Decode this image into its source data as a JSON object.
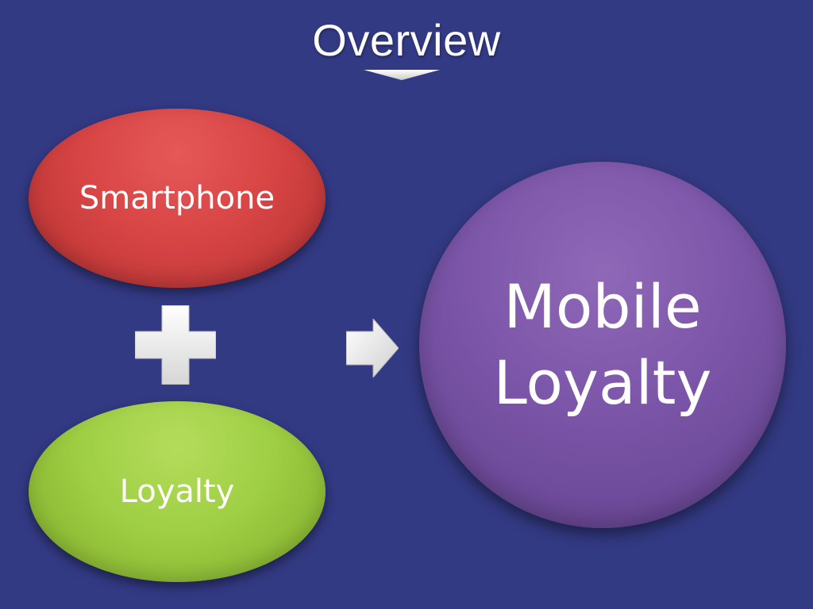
{
  "slide": {
    "title": "Overview",
    "nodes": {
      "input_top": "Smartphone",
      "input_bottom": "Loyalty",
      "result_line1": "Mobile",
      "result_line2": "Loyalty"
    },
    "colors": {
      "background": "#333a84",
      "red_node": "#d84545",
      "green_node": "#9fcf44",
      "purple_node": "#7b55a8",
      "symbols": "#f2f2f2"
    },
    "icons": [
      "plus-icon",
      "right-arrow-icon",
      "chevron-down-icon"
    ]
  }
}
